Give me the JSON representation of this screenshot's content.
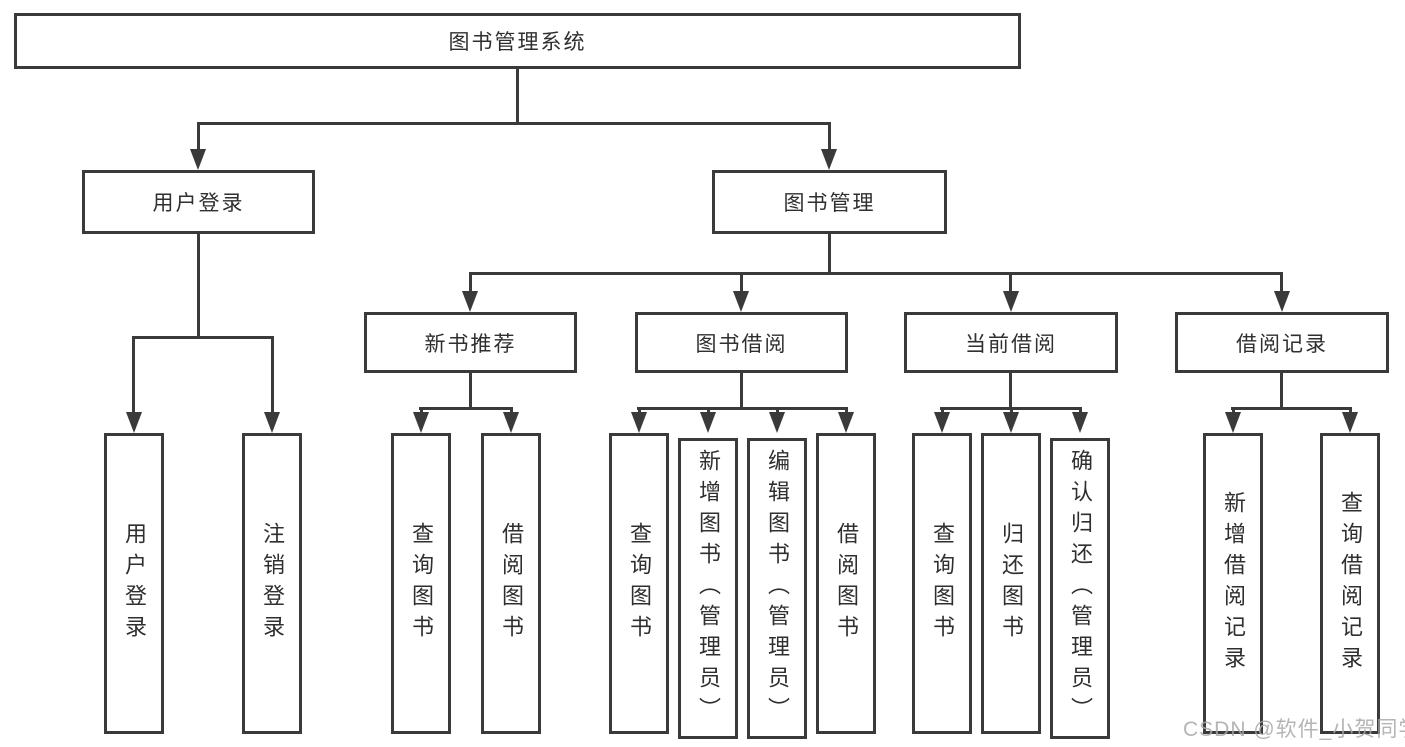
{
  "diagram": {
    "type": "hierarchy-chart",
    "colors": {
      "line": "#3a3a3a",
      "box_border": "#3a3a3a",
      "box_fill": "#ffffff",
      "text": "#2f2f2f",
      "background": "#ffffff",
      "watermark": "#a8a8a8"
    },
    "watermark": "CSDN @软件_小贺同学",
    "nodes": {
      "root": {
        "label": "图书管理系统"
      },
      "user_login": {
        "label": "用户登录"
      },
      "book_mgmt": {
        "label": "图书管理"
      },
      "new_book_rec": {
        "label": "新书推荐"
      },
      "book_borrow": {
        "label": "图书借阅"
      },
      "current_borrow": {
        "label": "当前借阅"
      },
      "borrow_records": {
        "label": "借阅记录"
      },
      "leaf_user_login": {
        "label": "用户登录"
      },
      "leaf_logout": {
        "label": "注销登录"
      },
      "leaf_rec_query": {
        "label": "查询图书"
      },
      "leaf_rec_borrow": {
        "label": "借阅图书"
      },
      "leaf_bb_query": {
        "label": "查询图书"
      },
      "leaf_bb_add": {
        "label": "新增图书（管理员）"
      },
      "leaf_bb_edit": {
        "label": "编辑图书（管理员）"
      },
      "leaf_bb_borrow": {
        "label": "借阅图书"
      },
      "leaf_cb_query": {
        "label": "查询图书"
      },
      "leaf_cb_return": {
        "label": "归还图书"
      },
      "leaf_cb_confirm": {
        "label": "确认归还（管理员）"
      },
      "leaf_br_add": {
        "label": "新增借阅记录"
      },
      "leaf_br_query": {
        "label": "查询借阅记录"
      }
    },
    "structure": {
      "图书管理系统": {
        "用户登录": [
          "用户登录",
          "注销登录"
        ],
        "图书管理": {
          "新书推荐": [
            "查询图书",
            "借阅图书"
          ],
          "图书借阅": [
            "查询图书",
            "新增图书（管理员）",
            "编辑图书（管理员）",
            "借阅图书"
          ],
          "当前借阅": [
            "查询图书",
            "归还图书",
            "确认归还（管理员）"
          ],
          "借阅记录": [
            "新增借阅记录",
            "查询借阅记录"
          ]
        }
      }
    }
  }
}
